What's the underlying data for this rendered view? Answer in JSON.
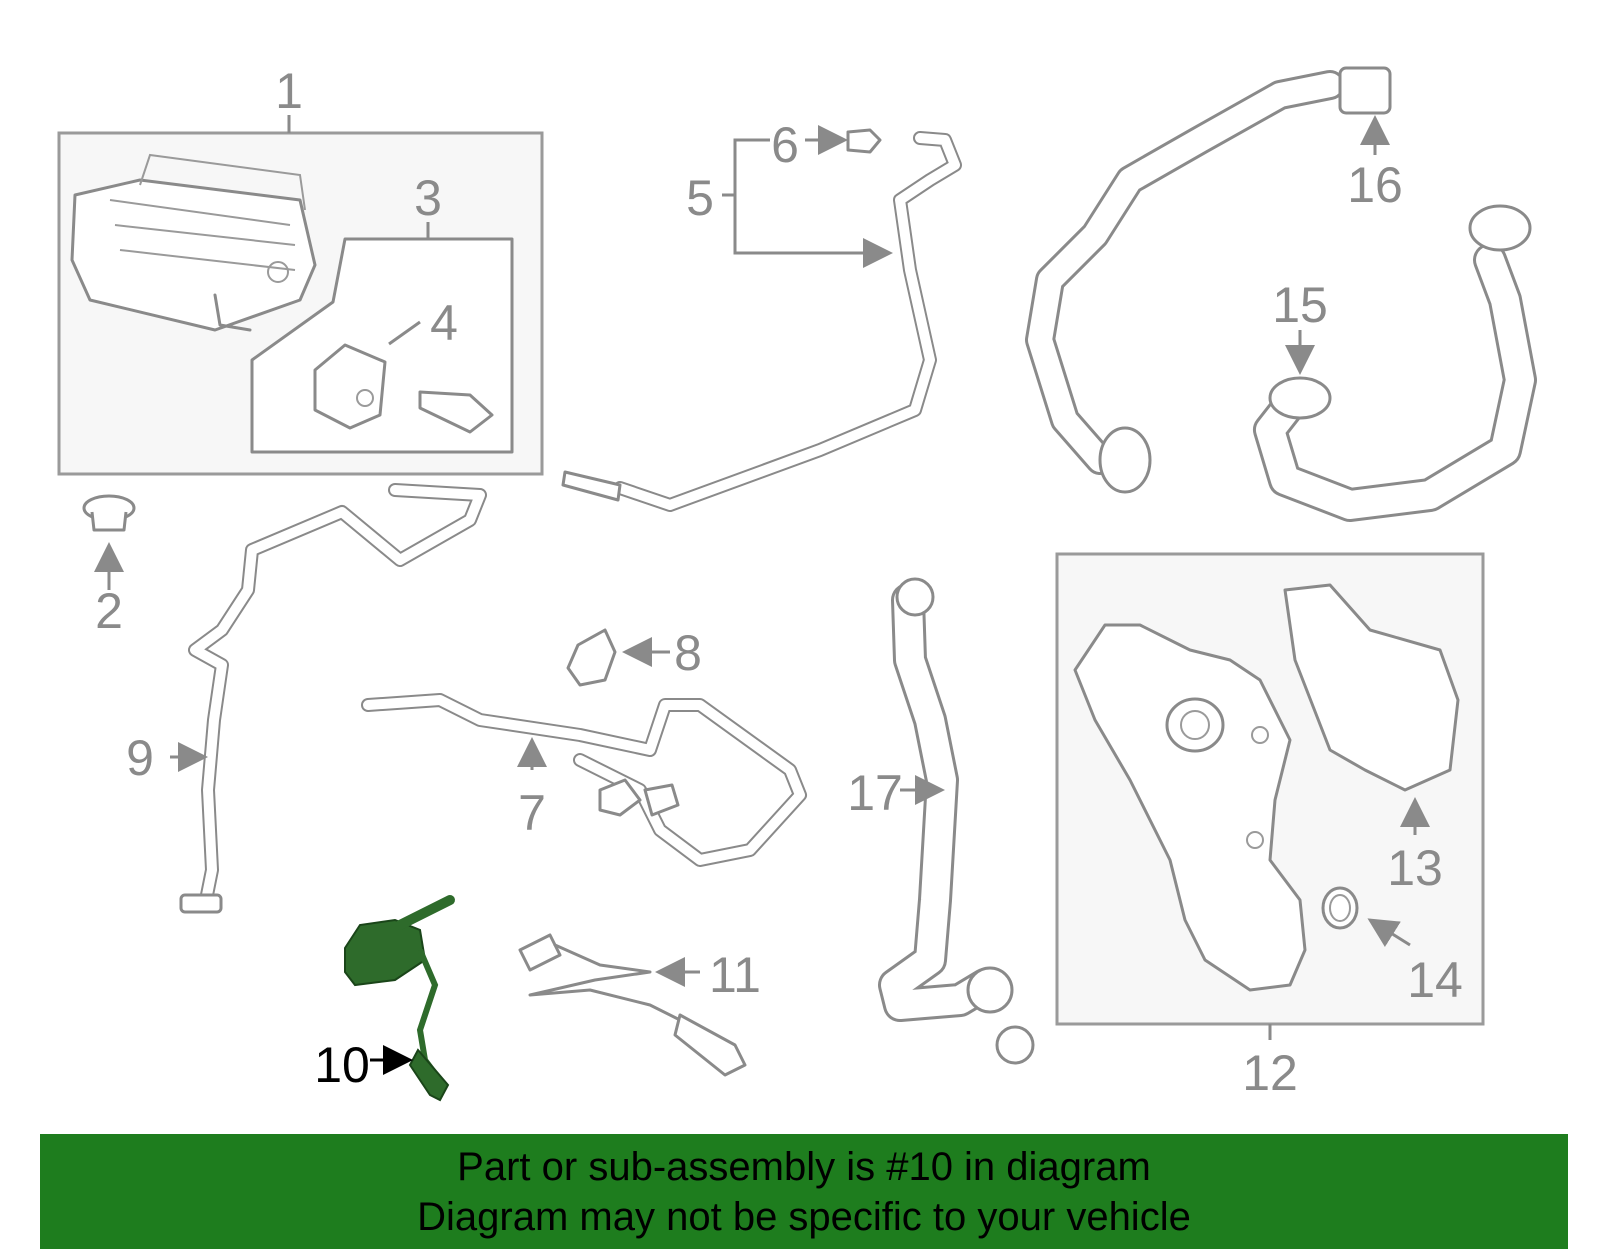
{
  "colors": {
    "part": "#8a8a8a",
    "highlight": "#2e6b2b",
    "banner": "#1e7d1e",
    "box_fill": "#f7f7f7",
    "text": "#8a8a8a",
    "highlight_text": "#000000"
  },
  "callouts": {
    "c1": "1",
    "c2": "2",
    "c3": "3",
    "c4": "4",
    "c5": "5",
    "c6": "6",
    "c7": "7",
    "c8": "8",
    "c9": "9",
    "c10": "10",
    "c11": "11",
    "c12": "12",
    "c13": "13",
    "c14": "14",
    "c15": "15",
    "c16": "16",
    "c17": "17"
  },
  "banner": {
    "line1": "Part or sub-assembly is #10 in diagram",
    "line2": "Diagram may not be specific to your vehicle"
  }
}
